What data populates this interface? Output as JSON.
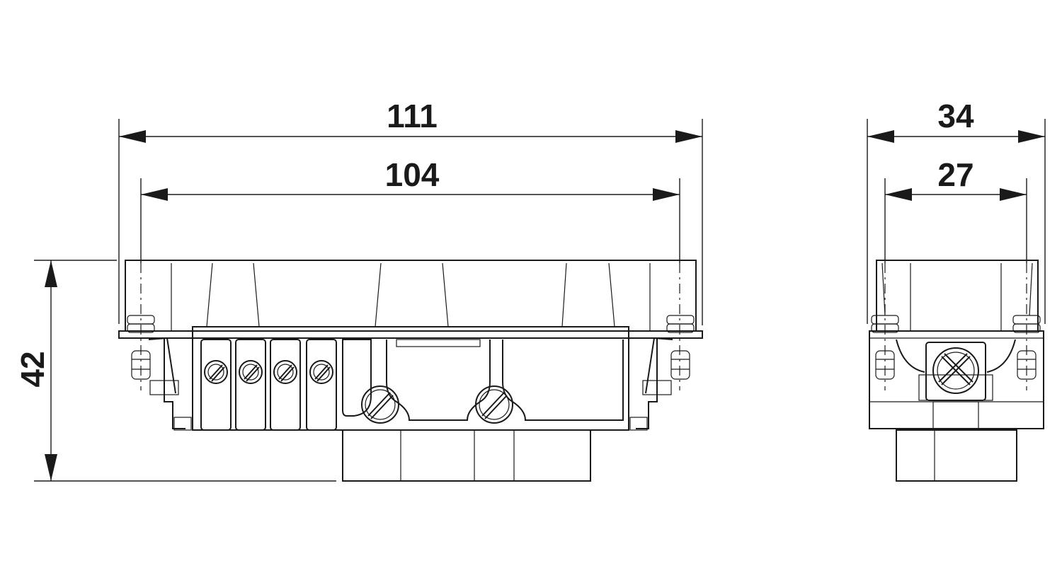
{
  "dimensions": {
    "width_outer": "111",
    "width_inner": "104",
    "height": "42",
    "depth_outer": "34",
    "depth_inner": "27"
  },
  "colors": {
    "line": "#1a1a1a",
    "background": "#ffffff"
  }
}
